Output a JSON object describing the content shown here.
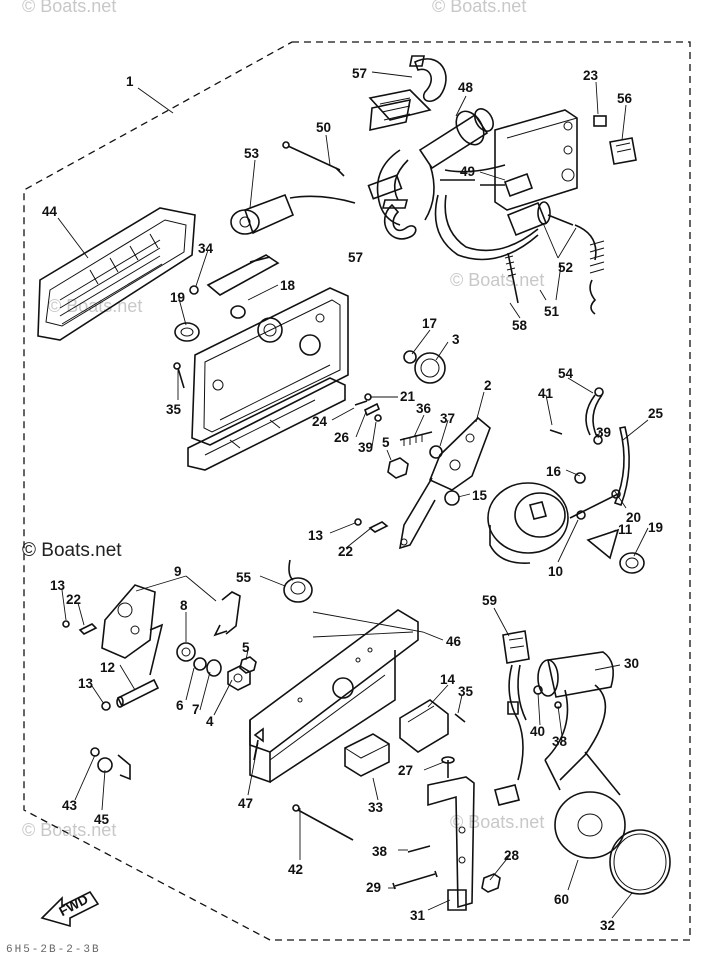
{
  "watermarks": [
    {
      "text": "© Boats.net"
    },
    {
      "text": "© Boats.net"
    },
    {
      "text": "© Boats.net"
    },
    {
      "text": "© Boats.net"
    },
    {
      "text": "© Boats.net"
    },
    {
      "text": "© Boats.net"
    },
    {
      "text": "© Boats.net"
    }
  ],
  "footer_code": "6H5-2B-2-3B",
  "callouts": [
    {
      "label": "1"
    },
    {
      "label": "57"
    },
    {
      "label": "48"
    },
    {
      "label": "23"
    },
    {
      "label": "56"
    },
    {
      "label": "50"
    },
    {
      "label": "53"
    },
    {
      "label": "49"
    },
    {
      "label": "44"
    },
    {
      "label": "34"
    },
    {
      "label": "18"
    },
    {
      "label": "57"
    },
    {
      "label": "52"
    },
    {
      "label": "19"
    },
    {
      "label": "51"
    },
    {
      "label": "58"
    },
    {
      "label": "17"
    },
    {
      "label": "3"
    },
    {
      "label": "35"
    },
    {
      "label": "21"
    },
    {
      "label": "2"
    },
    {
      "label": "54"
    },
    {
      "label": "41"
    },
    {
      "label": "24"
    },
    {
      "label": "36"
    },
    {
      "label": "37"
    },
    {
      "label": "26"
    },
    {
      "label": "5"
    },
    {
      "label": "39"
    },
    {
      "label": "39"
    },
    {
      "label": "25"
    },
    {
      "label": "16"
    },
    {
      "label": "20"
    },
    {
      "label": "15"
    },
    {
      "label": "13"
    },
    {
      "label": "11"
    },
    {
      "label": "19"
    },
    {
      "label": "22"
    },
    {
      "label": "10"
    },
    {
      "label": "9"
    },
    {
      "label": "13"
    },
    {
      "label": "22"
    },
    {
      "label": "55"
    },
    {
      "label": "8"
    },
    {
      "label": "46"
    },
    {
      "label": "59"
    },
    {
      "label": "30"
    },
    {
      "label": "12"
    },
    {
      "label": "5"
    },
    {
      "label": "14"
    },
    {
      "label": "35"
    },
    {
      "label": "13"
    },
    {
      "label": "6"
    },
    {
      "label": "7"
    },
    {
      "label": "4"
    },
    {
      "label": "40"
    },
    {
      "label": "38"
    },
    {
      "label": "27"
    },
    {
      "label": "43"
    },
    {
      "label": "45"
    },
    {
      "label": "47"
    },
    {
      "label": "33"
    },
    {
      "label": "42"
    },
    {
      "label": "38"
    },
    {
      "label": "28"
    },
    {
      "label": "29"
    },
    {
      "label": "60"
    },
    {
      "label": "31"
    },
    {
      "label": "32"
    }
  ],
  "fwd_label": "FWD"
}
